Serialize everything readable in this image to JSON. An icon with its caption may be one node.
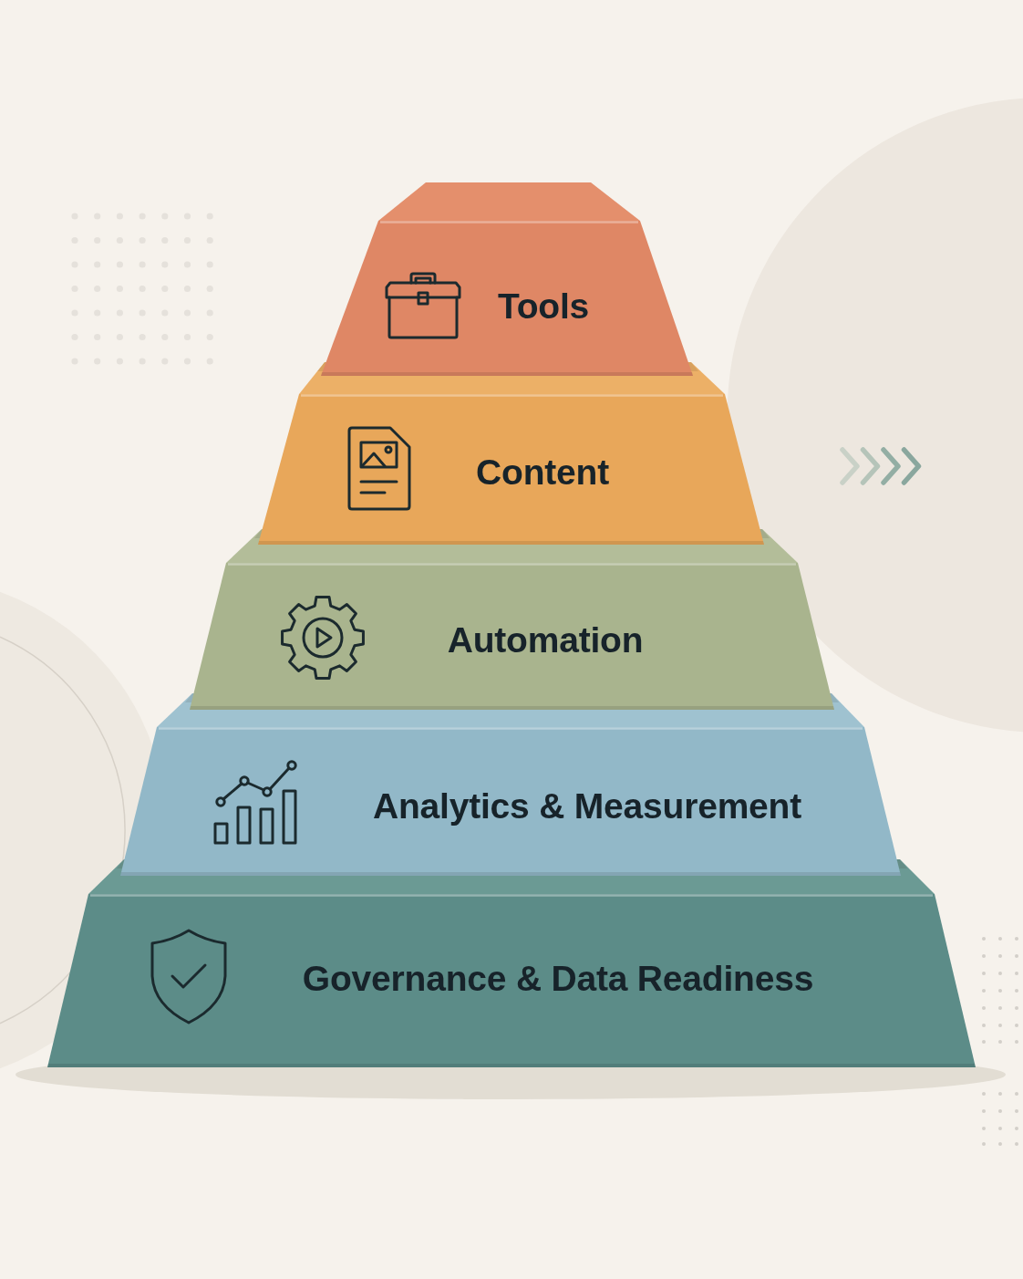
{
  "diagram": {
    "nodes": [
      {
        "text": [
          "Tools"
        ]
      },
      {
        "text": [
          "Content"
        ]
      },
      {
        "text": [
          "Automation"
        ]
      },
      {
        "text": [
          "Analytics & Measurement"
        ]
      },
      {
        "text": [
          "Governance & Data Readiness"
        ]
      }
    ]
  }
}
